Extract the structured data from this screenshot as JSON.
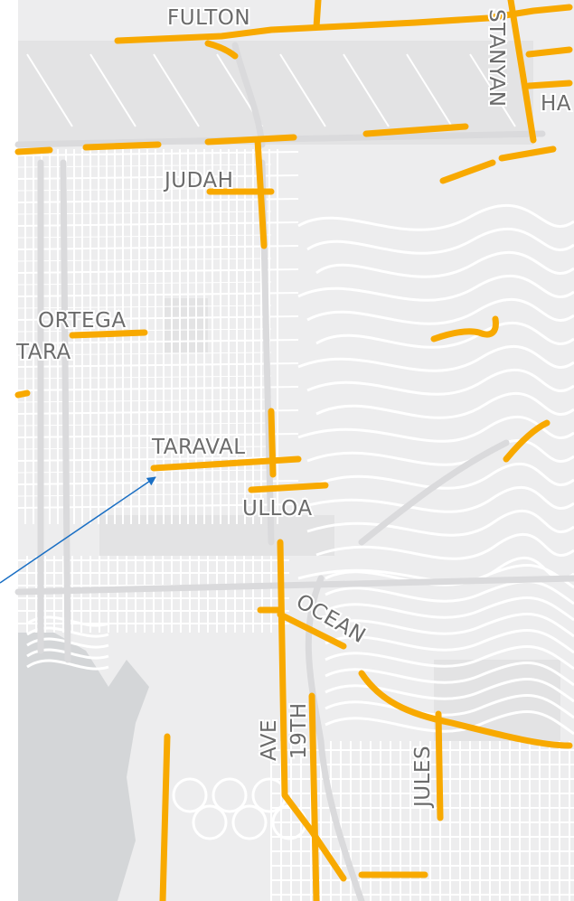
{
  "colors": {
    "land": "#ededee",
    "street": "#ffffff",
    "arterial": "#dadadc",
    "park": "#e3e3e4",
    "water": "#d4d6d8",
    "route": "#f8a900",
    "callout": "#1a6fc4",
    "label": "#6b6b6b"
  },
  "labels": {
    "fulton": "FULTON",
    "stanyan": "STANYAN",
    "ha": "HA",
    "judah": "JUDAH",
    "ortega": "ORTEGA",
    "tara": "TARA",
    "taraval": "TARAVAL",
    "ulloa": "ULLOA",
    "ocean": "OCEAN",
    "ave": "AVE",
    "nineteenth": "19TH",
    "jules": "JULES"
  },
  "callout": {
    "points_to": "TARAVAL"
  }
}
